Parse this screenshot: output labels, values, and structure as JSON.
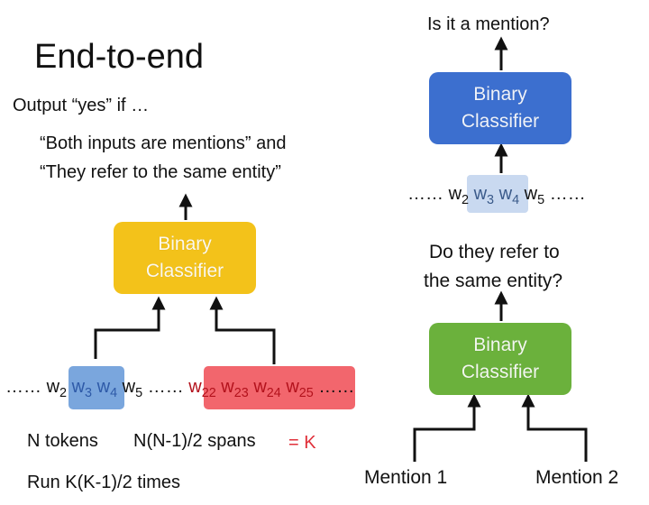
{
  "title": "End-to-end",
  "output_line": "Output “yes” if …",
  "condition_1": "“Both inputs are mentions” and",
  "condition_2": "“They refer to the same entity”",
  "colors": {
    "yellow": "#f3c21a",
    "blue": "#3c6fcf",
    "green": "#6bb13c",
    "blue_highlight": "#7aa6dd",
    "light_blue_highlight": "#c9d9f0",
    "red_highlight": "#f2666d",
    "red_text": "#e0303a"
  },
  "left_classifier": {
    "line1": "Binary",
    "line2": "Classifier"
  },
  "top_right_classifier": {
    "line1": "Binary",
    "line2": "Classifier"
  },
  "bottom_right_classifier": {
    "line1": "Binary",
    "line2": "Classifier"
  },
  "left_sequence": {
    "lead_dots": "……",
    "w2": "w",
    "w2_sub": "2",
    "w3": "w",
    "w3_sub": "3",
    "w4": "w",
    "w4_sub": "4",
    "w5": "w",
    "w5_sub": "5",
    "mid_dots": "……",
    "w22": "w",
    "w22_sub": "22",
    "w23": "w",
    "w23_sub": "23",
    "w24": "w",
    "w24_sub": "24",
    "w25": "w",
    "w25_sub": "25",
    "tail_dots": "……"
  },
  "right_sequence": {
    "lead_dots": "……",
    "w2": "w",
    "w2_sub": "2",
    "w3": "w",
    "w3_sub": "3",
    "w4": "w",
    "w4_sub": "4",
    "w5": "w",
    "w5_sub": "5",
    "tail_dots": "……"
  },
  "n_tokens": "N tokens",
  "n_spans": "N(N-1)/2 spans",
  "equals_k": "= K",
  "run_times": "Run K(K-1)/2 times",
  "question_mention": "Is it a mention?",
  "question_refer_1": "Do they refer to",
  "question_refer_2": "the same entity?",
  "mention_1": "Mention 1",
  "mention_2": "Mention 2"
}
